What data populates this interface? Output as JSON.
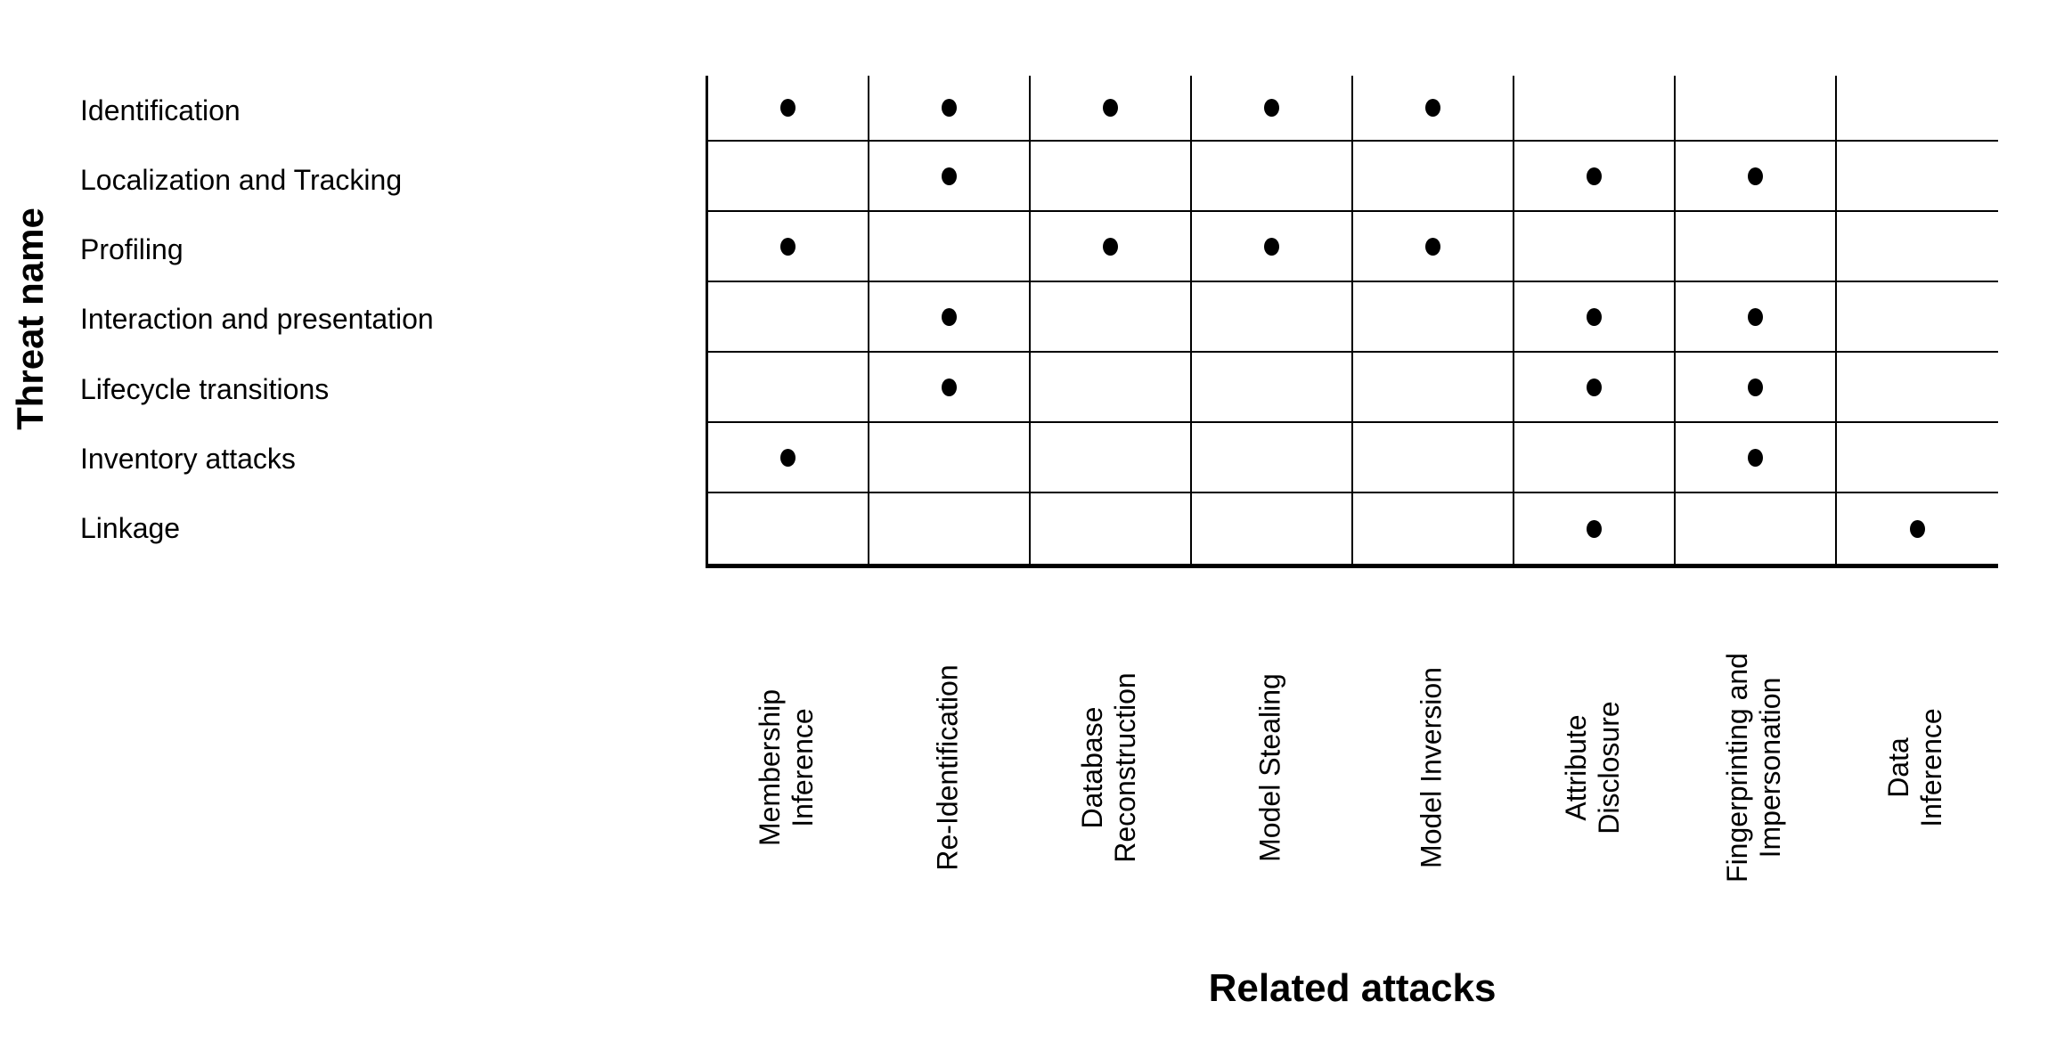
{
  "chart_data": {
    "type": "heatmap",
    "subtype": "binary-dot-matrix",
    "marker": "filled-black-dot",
    "xlabel": "Related attacks",
    "ylabel": "Threat name",
    "grid": true,
    "rows": [
      "Identification",
      "Localization and Tracking",
      "Profiling",
      "Interaction and presentation",
      "Lifecycle transitions",
      "Inventory attacks",
      "Linkage"
    ],
    "columns": [
      "Membership\nInference",
      "Re-Identification",
      "Database\nReconstruction",
      "Model Stealing",
      "Model Inversion",
      "Attribute\nDisclosure",
      "Fingerprinting and\nImpersonation",
      "Data Inference"
    ],
    "matrix": [
      [
        1,
        1,
        1,
        1,
        1,
        0,
        0,
        0
      ],
      [
        0,
        1,
        0,
        0,
        0,
        1,
        1,
        0
      ],
      [
        1,
        0,
        1,
        1,
        1,
        0,
        0,
        0
      ],
      [
        0,
        1,
        0,
        0,
        0,
        1,
        1,
        0
      ],
      [
        0,
        1,
        0,
        0,
        0,
        1,
        1,
        0
      ],
      [
        1,
        0,
        0,
        0,
        0,
        0,
        1,
        0
      ],
      [
        0,
        0,
        0,
        0,
        0,
        1,
        0,
        1
      ]
    ],
    "colors": {
      "ink": "#000000",
      "background": "#ffffff"
    }
  }
}
